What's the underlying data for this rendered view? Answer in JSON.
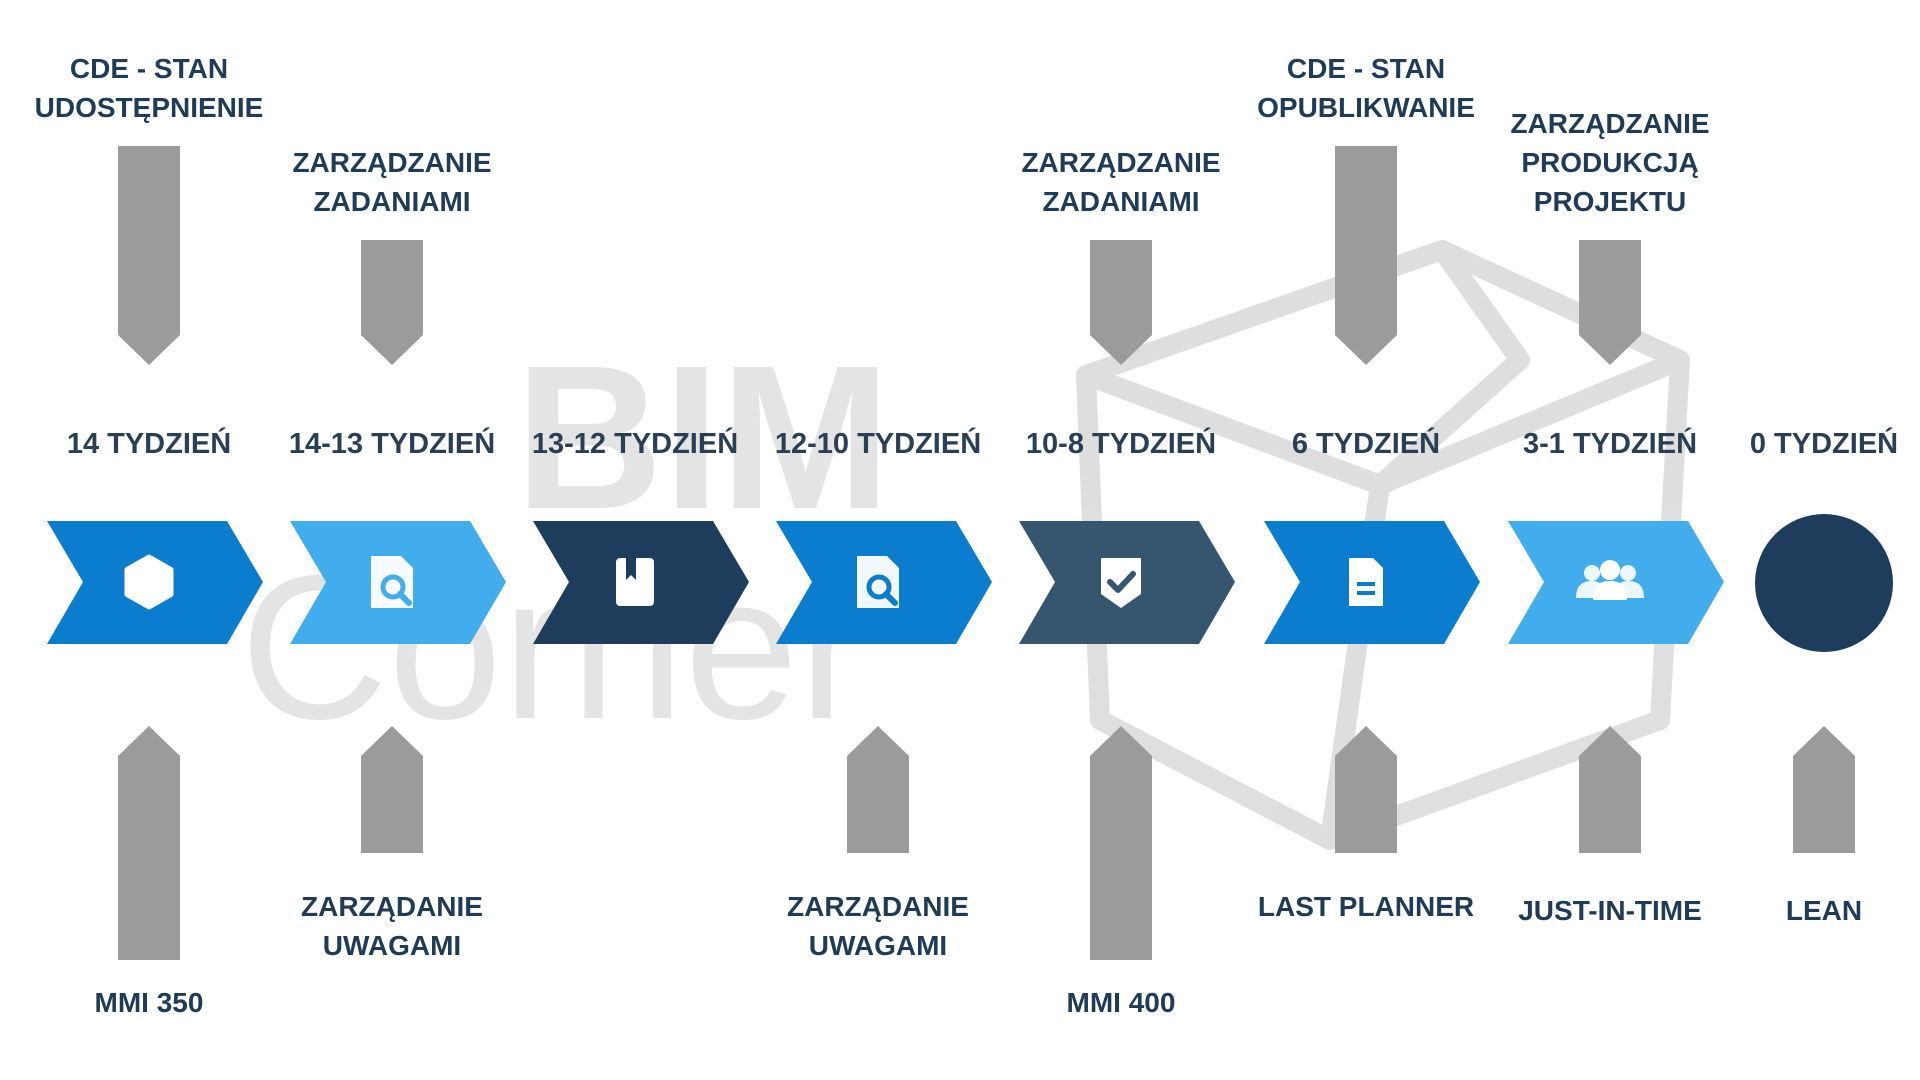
{
  "watermark": {
    "line1": "BIM",
    "line2": "Corner"
  },
  "colors": {
    "light_blue": "#42adec",
    "mid_blue": "#0a7dcf",
    "navy": "#1e3c5b",
    "slate": "#36556f",
    "connector_gray": "#9b9b9b",
    "text": "#1f3b57"
  },
  "stages": [
    {
      "week": "14 TYDZIEŃ",
      "color": "#0a7dcf",
      "icon": "hexagon-icon"
    },
    {
      "week": "14-13 TYDZIEŃ",
      "color": "#42adec",
      "icon": "document-search-icon"
    },
    {
      "week": "13-12 TYDZIEŃ",
      "color": "#1e3c5b",
      "icon": "bookmark-book-icon"
    },
    {
      "week": "12-10 TYDZIEŃ",
      "color": "#0a7dcf",
      "icon": "document-search-icon"
    },
    {
      "week": "10-8 TYDZIEŃ",
      "color": "#36556f",
      "icon": "check-badge-icon"
    },
    {
      "week": "6 TYDZIEŃ",
      "color": "#0a7dcf",
      "icon": "text-document-icon"
    },
    {
      "week": "3-1 TYDZIEŃ",
      "color": "#42adec",
      "icon": "user-group-icon"
    },
    {
      "week": "0 TYDZIEŃ",
      "color": "#1e3c5b",
      "icon": "end-circle"
    }
  ],
  "top_labels": [
    {
      "stage": 0,
      "lines": [
        "CDE - STAN",
        "UDOSTĘPNIENIE"
      ]
    },
    {
      "stage": 1,
      "lines": [
        "ZARZĄDZANIE",
        "ZADANIAMI"
      ]
    },
    {
      "stage": 4,
      "lines": [
        "ZARZĄDZANIE",
        "ZADANIAMI"
      ]
    },
    {
      "stage": 5,
      "lines": [
        "CDE - STAN",
        "OPUBLIKWANIE"
      ]
    },
    {
      "stage": 6,
      "lines": [
        "ZARZĄDZANIE",
        "PRODUKCJĄ",
        "PROJEKTU"
      ]
    }
  ],
  "bottom_labels": [
    {
      "stage": 0,
      "lines": [
        "MMI 350"
      ]
    },
    {
      "stage": 1,
      "lines": [
        "ZARZĄDANIE",
        "UWAGAMI"
      ]
    },
    {
      "stage": 3,
      "lines": [
        "ZARZĄDANIE",
        "UWAGAMI"
      ]
    },
    {
      "stage": 4,
      "lines": [
        "MMI 400"
      ]
    },
    {
      "stage": 5,
      "lines": [
        "LAST PLANNER"
      ]
    },
    {
      "stage": 6,
      "lines": [
        "JUST-IN-TIME"
      ]
    },
    {
      "stage": 7,
      "lines": [
        "LEAN"
      ]
    }
  ]
}
